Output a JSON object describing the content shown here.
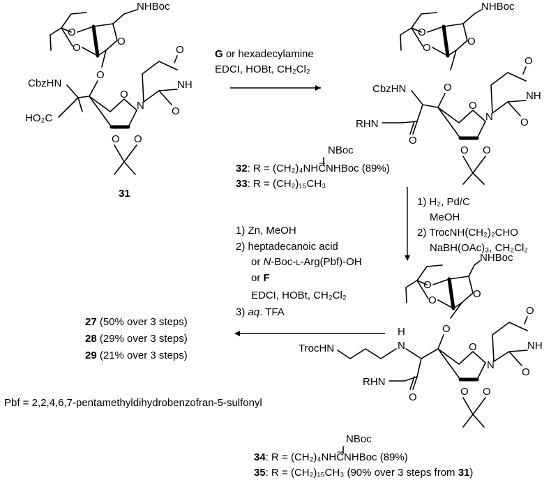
{
  "structure_31": {
    "atoms": {
      "nhboc": "NHBoc",
      "cbzhn": "CbzHN",
      "ho2c": "HO₂C",
      "nh": "NH",
      "n": "N",
      "o": "O"
    },
    "number": "31"
  },
  "structure_32_33": {
    "atoms": {
      "nhboc": "NHBoc",
      "cbzhn": "CbzHN",
      "rhn": "RHN",
      "nh": "NH",
      "n": "N",
      "o": "O"
    },
    "r32": {
      "number": "32",
      "text": ": R = (CH₂)₄NHC̅NHBoc (89%)",
      "nboc": "NBoc"
    },
    "r33": {
      "number": "33",
      "text": ": R = (CH₂)₁₅CH₃"
    }
  },
  "structure_34_35": {
    "atoms": {
      "nhboc": "NHBoc",
      "trochn": "TrocHN",
      "h": "H",
      "n": "N",
      "rhn": "RHN",
      "nh": "NH",
      "o": "O"
    },
    "r34": {
      "number": "34",
      "text": ": R = (CH₂)₄NHC̅NHBoc (89%)",
      "nboc": "NBoc"
    },
    "r35": {
      "number": "35",
      "text_before": ": R = (CH₂)₁₅CH₃ (90% over 3 steps from ",
      "ref": "31",
      "text_after": ")"
    }
  },
  "step1": {
    "reagent_bold": "G",
    "line1_rest": " or hexadecylamine",
    "line2": "EDCI, HOBt, CH₂Cl₂"
  },
  "step2": {
    "line1": "1) H₂, Pd/C",
    "line2": "MeOH",
    "line3": "2) TrocNH(CH₂)₂CHO",
    "line4": "NaBH(OAc)₃, CH₂Cl₂"
  },
  "step3": {
    "line1": "1) Zn, MeOH",
    "line2": "2) heptadecanoic acid",
    "line3_a": "or ",
    "line3_italic": "N",
    "line3_b": "-Boc-",
    "line3_small": "L",
    "line3_c": "-Arg(Pbf)-OH",
    "line4_a": "or ",
    "line4_bold": "F",
    "line5": "EDCI, HOBt, CH₂Cl₂",
    "line6_a": "3) ",
    "line6_italic": "aq",
    "line6_b": ". TFA"
  },
  "products": [
    {
      "number": "27",
      "text": " (50% over 3 steps)"
    },
    {
      "number": "28",
      "text": " (29% over 3 steps)"
    },
    {
      "number": "29",
      "text": " (21% over 3 steps)"
    }
  ],
  "footnote": "Pbf = 2,2,4,6,7-pentamethyldihydrobenzofran-5-sulfonyl"
}
